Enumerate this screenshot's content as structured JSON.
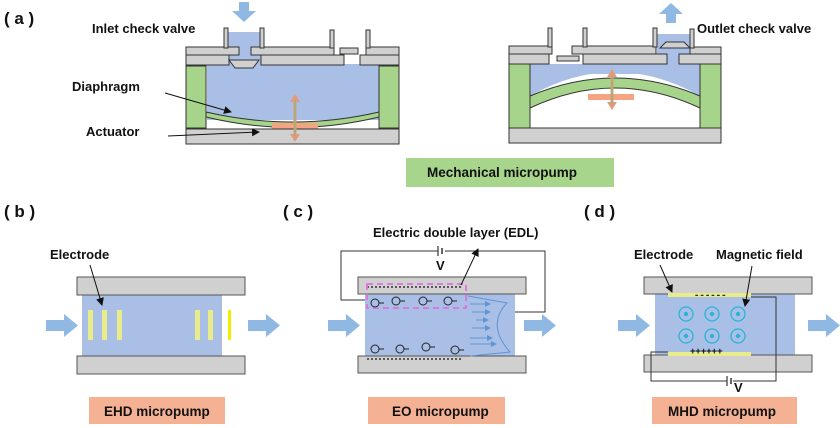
{
  "figure": {
    "panels": {
      "a": {
        "label": "( a )",
        "inlet_label": "Inlet check valve",
        "outlet_label": "Outlet check valve",
        "diaphragm_label": "Diaphragm",
        "actuator_label": "Actuator",
        "badge": "Mechanical micropump"
      },
      "b": {
        "label": "( b )",
        "electrode_label": "Electrode",
        "badge": "EHD micropump"
      },
      "c": {
        "label": "( c )",
        "edl_label": "Electric double layer (EDL)",
        "voltage_label": "V",
        "badge": "EO micropump"
      },
      "d": {
        "label": "( d )",
        "electrode_label": "Electrode",
        "magnetic_label": "Magnetic field",
        "voltage_label": "V",
        "negative_charges": "------",
        "positive_charges": "++++++",
        "badge": "MHD micropump"
      }
    },
    "colors": {
      "fluid": "#a9bfe6",
      "wall": "#d0d0d0",
      "spacer": "#a6d48a",
      "actuator": "#f4a482",
      "electrode": "#e8ec8a",
      "flow_arrow": "#8fb8e3",
      "green_badge": "#a8d58c",
      "orange_badge": "#f4b193",
      "edl_box": "#e070e0",
      "magnetic": "#2ab4d8"
    }
  }
}
